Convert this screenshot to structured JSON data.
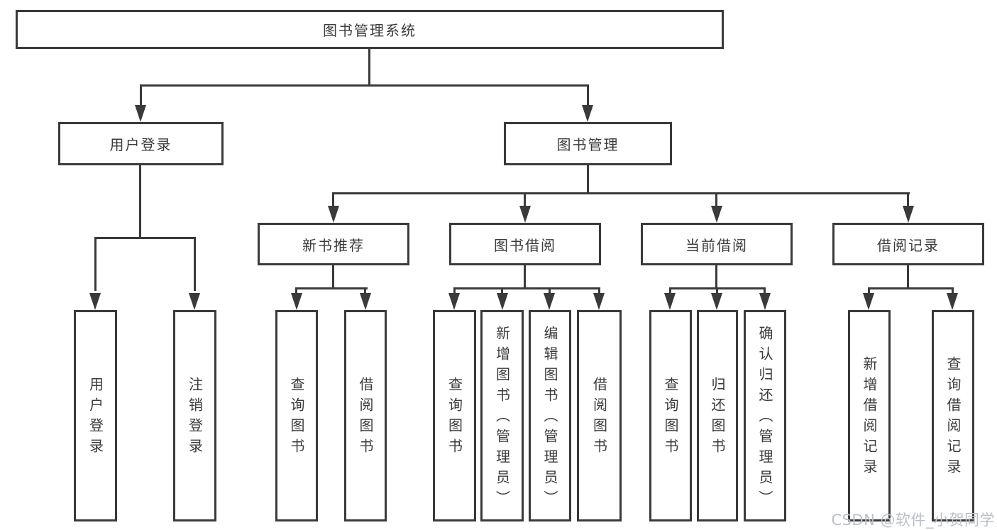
{
  "tree": {
    "root": {
      "label": "图书管理系统",
      "children": [
        {
          "label": "用户登录",
          "children": [
            {
              "label": "用户登录"
            },
            {
              "label": "注销登录"
            }
          ]
        },
        {
          "label": "图书管理",
          "children": [
            {
              "label": "新书推荐",
              "children": [
                {
                  "label": "查询图书"
                },
                {
                  "label": "借阅图书"
                }
              ]
            },
            {
              "label": "图书借阅",
              "children": [
                {
                  "label": "查询图书"
                },
                {
                  "label": "新增图书（管理员）"
                },
                {
                  "label": "编辑图书（管理员）"
                },
                {
                  "label": "借阅图书"
                }
              ]
            },
            {
              "label": "当前借阅",
              "children": [
                {
                  "label": "查询图书"
                },
                {
                  "label": "归还图书"
                },
                {
                  "label": "确认归还（管理员）"
                }
              ]
            },
            {
              "label": "借阅记录",
              "children": [
                {
                  "label": "新增借阅记录"
                },
                {
                  "label": "查询借阅记录"
                }
              ]
            }
          ]
        }
      ]
    }
  },
  "watermark": "CSDN @软件_小贺同学",
  "colors": {
    "line": "#3a3a3a",
    "text": "#3b3b3b",
    "watermark": "#bcc0c6",
    "background": "#ffffff"
  }
}
